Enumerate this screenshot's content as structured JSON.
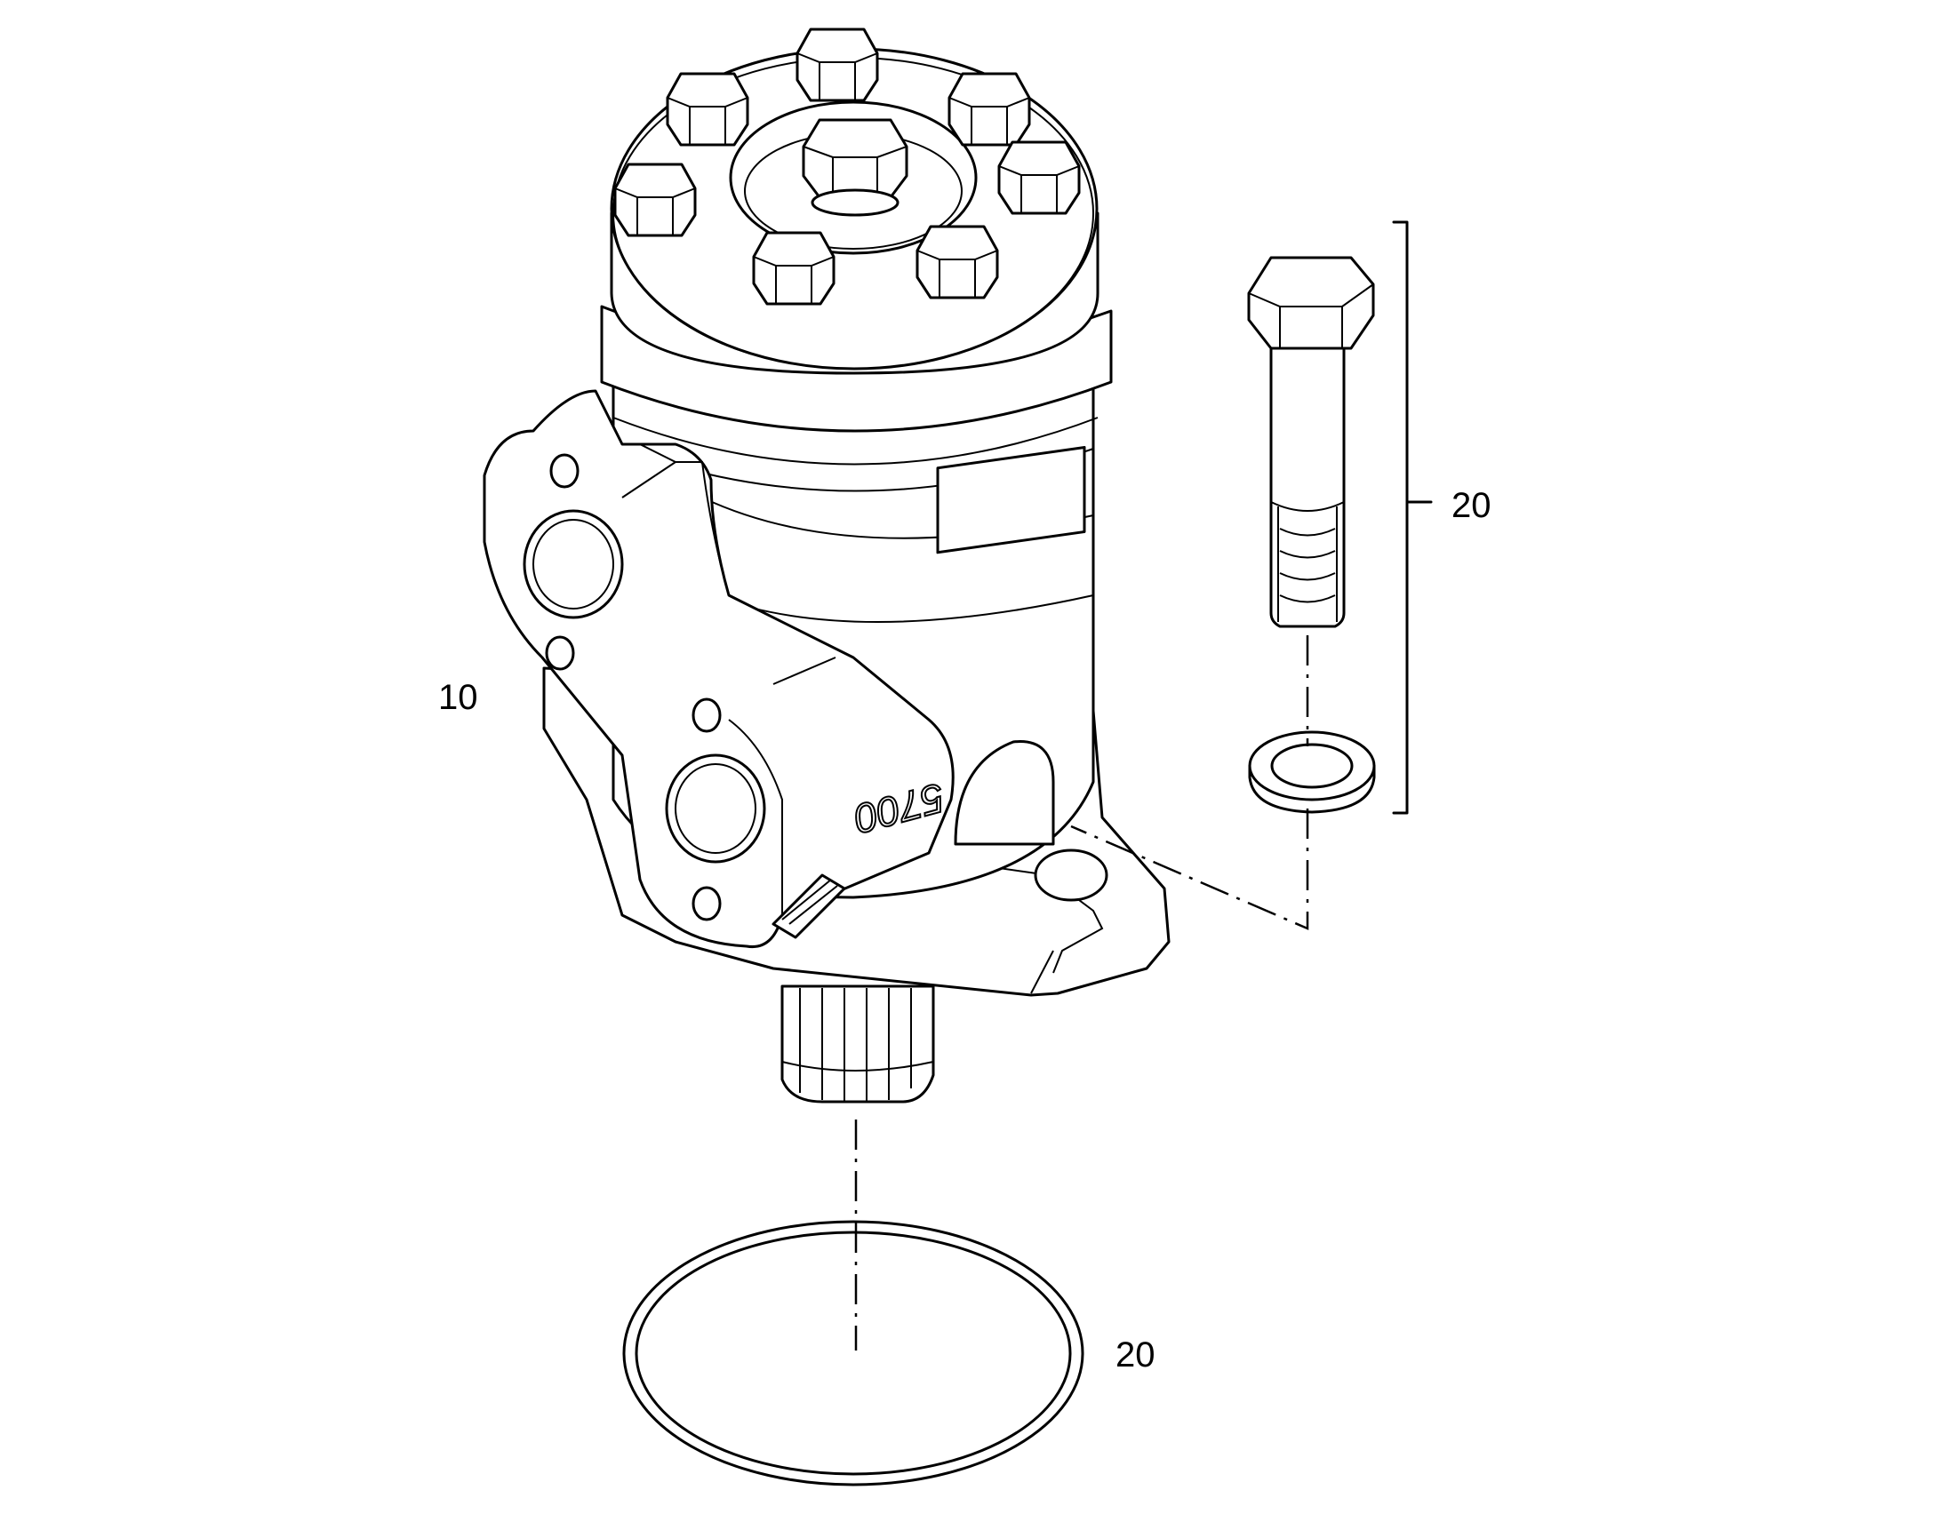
{
  "diagram": {
    "labels": {
      "motor": "10",
      "bolt_kit": "20",
      "o_ring": "20"
    },
    "engraving": "5700"
  }
}
